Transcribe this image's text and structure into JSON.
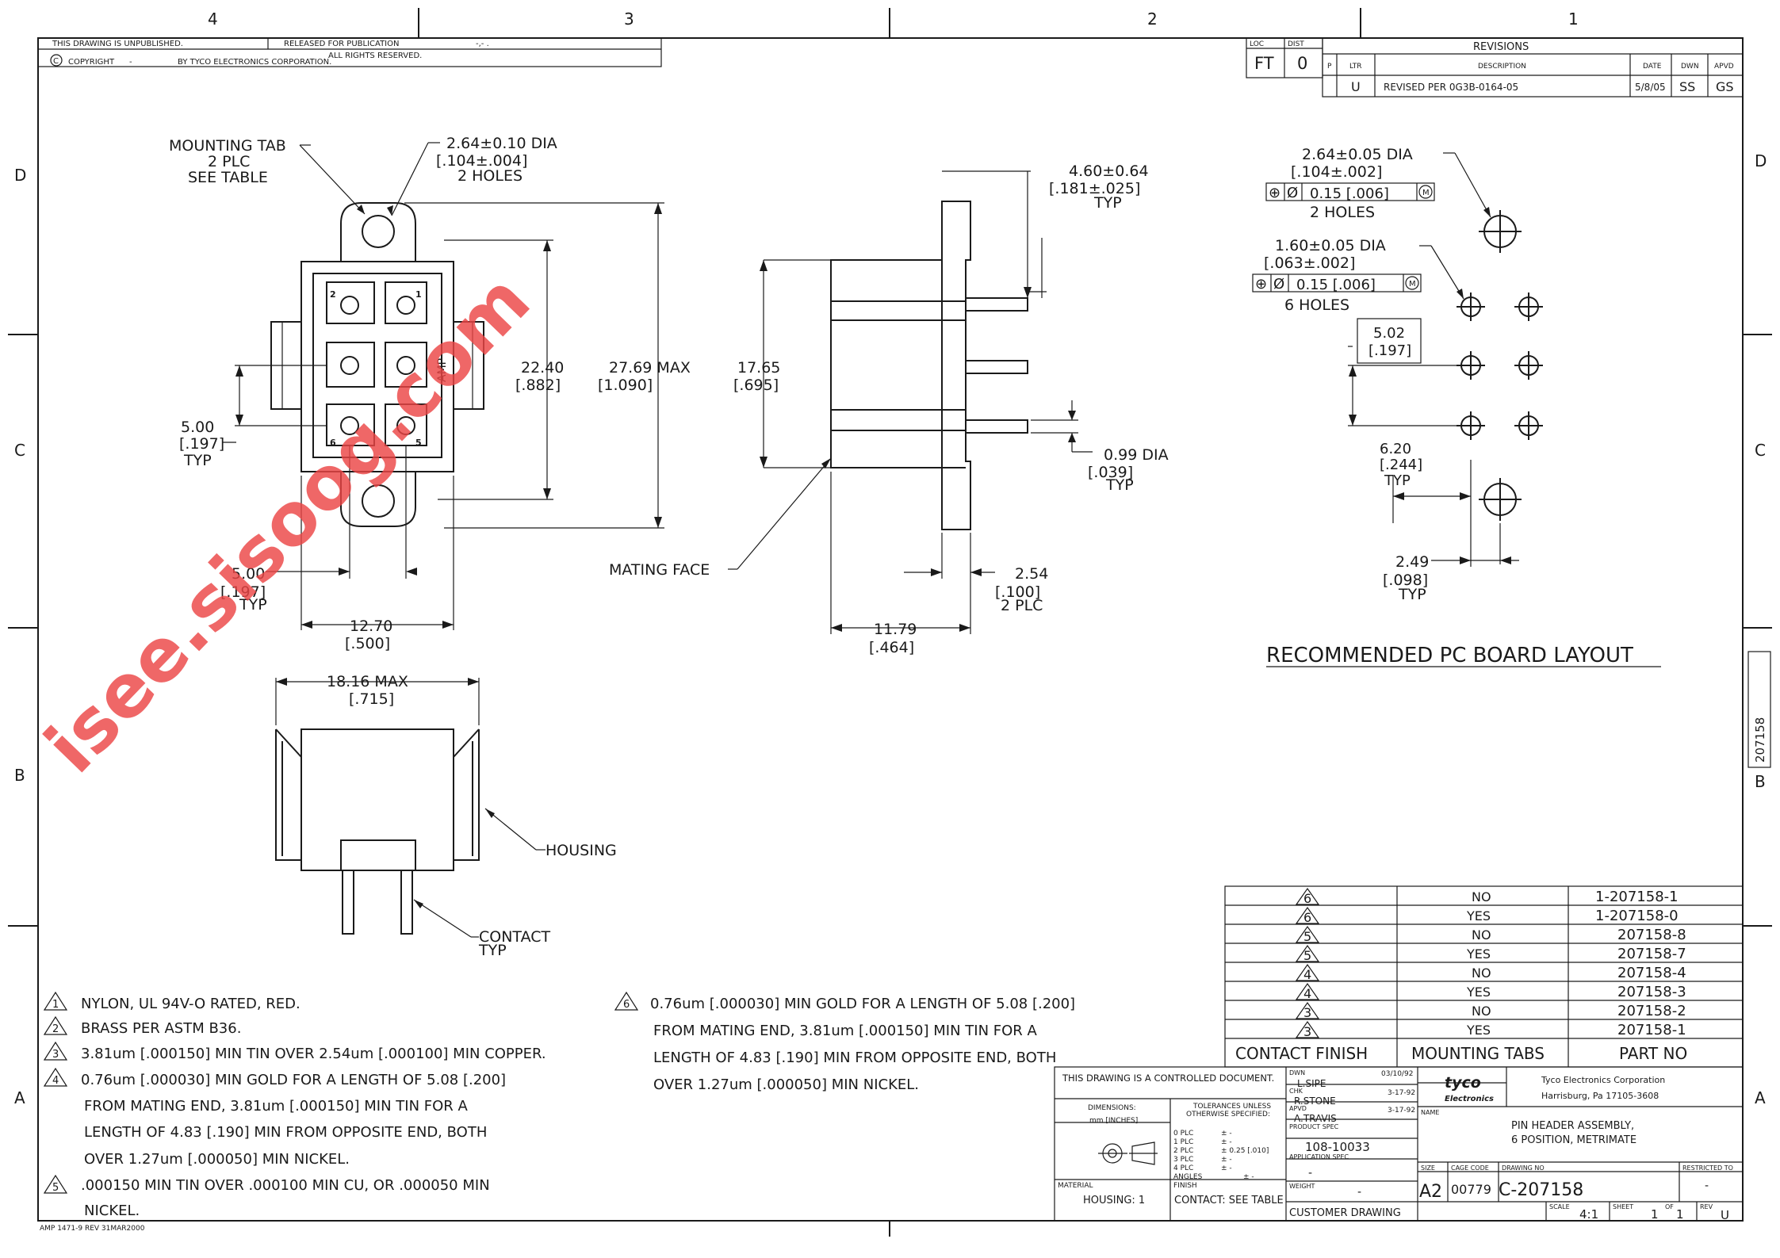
{
  "zones_top": [
    "4",
    "3",
    "2",
    "1"
  ],
  "zones_side": [
    "D",
    "C",
    "B",
    "A"
  ],
  "header": {
    "unpublished": "THIS DRAWING IS UNPUBLISHED.",
    "released": "RELEASED FOR PUBLICATION",
    "released_value": "-,- .",
    "copyright_symbol": "C",
    "copyright": "COPYRIGHT",
    "copyright_dash": "-",
    "copyright_by": "BY TYCO ELECTRONICS CORPORATION.",
    "rights": "ALL RIGHTS RESERVED."
  },
  "loc_dist": {
    "loc_label": "LOC",
    "dist_label": "DIST",
    "loc": "FT",
    "dist": "0"
  },
  "revisions": {
    "title": "REVISIONS",
    "col_p": "P",
    "col_ltr": "LTR",
    "col_desc": "DESCRIPTION",
    "col_date": "DATE",
    "col_dwn": "DWN",
    "col_apvd": "APVD",
    "row": {
      "ltr": "U",
      "desc": "REVISED PER 0G3B-0164-05",
      "date": "5/8/05",
      "dwn": "SS",
      "apvd": "GS"
    }
  },
  "front_view": {
    "mounting_tab": [
      "MOUNTING TAB",
      "2 PLC",
      "SEE TABLE"
    ],
    "hole_dia": [
      "2.64±0.10 DIA",
      "[.104±.004]",
      "2 HOLES"
    ],
    "dim_2240": [
      "22.40",
      "[.882]"
    ],
    "dim_2769": [
      "27.69 MAX",
      "[1.090]"
    ],
    "dim_500v": [
      "5.00",
      "[.197]",
      "TYP"
    ],
    "dim_500h": [
      "5.00",
      "[.197]",
      "TYP"
    ],
    "dim_1270": [
      "12.70",
      "[.500]"
    ],
    "pin_numbers": [
      "2",
      "1",
      "6",
      "5"
    ],
    "amp": "AMP"
  },
  "side_view": {
    "dim_460": [
      "4.60±0.64",
      "[.181±.025]",
      "TYP"
    ],
    "dim_1765": [
      "17.65",
      "[.695]"
    ],
    "dim_099": [
      "0.99 DIA",
      "[.039]",
      "TYP"
    ],
    "dim_254": [
      "2.54",
      "[.100]",
      "2 PLC"
    ],
    "dim_1179": [
      "11.79",
      "[.464]"
    ],
    "mating_face": "MATING FACE"
  },
  "top_view": {
    "dim_1816": [
      "18.16 MAX",
      "[.715]"
    ],
    "housing": "HOUSING",
    "contact": [
      "CONTACT",
      "TYP"
    ]
  },
  "pcb_layout": {
    "hole1": [
      "2.64±0.05 DIA",
      "[.104±.002]",
      "2 HOLES"
    ],
    "tol1": "0.15 [.006]",
    "hole2": [
      "1.60±0.05 DIA",
      "[.063±.002]",
      "6 HOLES"
    ],
    "tol2": "0.15 [.006]",
    "dim_502": [
      "5.02",
      "[.197]"
    ],
    "dim_620": [
      "6.20",
      "[.244]",
      "TYP"
    ],
    "dim_249": [
      "2.49",
      "[.098]",
      "TYP"
    ],
    "title": "RECOMMENDED PC BOARD LAYOUT",
    "diameter_symbol": "Ø",
    "position_symbol": "⊕",
    "mmc_symbol": "M"
  },
  "side_part_no": "207158",
  "part_table": {
    "rows": [
      {
        "finish": "6",
        "tabs": "NO",
        "part": "1-207158-1"
      },
      {
        "finish": "6",
        "tabs": "YES",
        "part": "1-207158-0"
      },
      {
        "finish": "5",
        "tabs": "NO",
        "part": "207158-8"
      },
      {
        "finish": "5",
        "tabs": "YES",
        "part": "207158-7"
      },
      {
        "finish": "4",
        "tabs": "NO",
        "part": "207158-4"
      },
      {
        "finish": "4",
        "tabs": "YES",
        "part": "207158-3"
      },
      {
        "finish": "3",
        "tabs": "NO",
        "part": "207158-2"
      },
      {
        "finish": "3",
        "tabs": "YES",
        "part": "207158-1"
      }
    ],
    "headers": [
      "CONTACT FINISH",
      "MOUNTING TABS",
      "PART NO"
    ]
  },
  "notes": {
    "n1": "NYLON, UL 94V-O RATED, RED.",
    "n2": "BRASS PER ASTM B36.",
    "n3": "3.81um [.000150] MIN TIN OVER 2.54um [.000100] MIN COPPER.",
    "n4": [
      "0.76um [.000030] MIN GOLD FOR A LENGTH OF 5.08 [.200]",
      "FROM MATING END, 3.81um [.000150] MIN TIN FOR A",
      "LENGTH OF 4.83 [.190] MIN FROM OPPOSITE END, BOTH",
      "OVER 1.27um [.000050] MIN NICKEL."
    ],
    "n5": [
      ".000150 MIN TIN OVER .000100 MIN CU, OR .000050 MIN",
      "NICKEL."
    ],
    "n6": [
      "0.76um [.000030] MIN GOLD FOR A LENGTH OF 5.08 [.200]",
      "FROM MATING END, 3.81um [.000150] MIN TIN FOR A",
      "LENGTH OF 4.83 [.190] MIN FROM OPPOSITE END, BOTH",
      "OVER 1.27um [.000050] MIN NICKEL."
    ],
    "numbers": [
      "1",
      "2",
      "3",
      "4",
      "5",
      "6"
    ]
  },
  "title_block": {
    "controlled": "THIS DRAWING IS A CONTROLLED DOCUMENT.",
    "dimensions": "DIMENSIONS:",
    "units": "mm [INCHES]",
    "tolerances": [
      "TOLERANCES UNLESS",
      "OTHERWISE SPECIFIED:"
    ],
    "tol_rows": [
      {
        "label": "0 PLC",
        "value": "± -"
      },
      {
        "label": "1 PLC",
        "value": "± -"
      },
      {
        "label": "2 PLC",
        "value": "± 0.25 [.010]"
      },
      {
        "label": "3 PLC",
        "value": "± -"
      },
      {
        "label": "4 PLC",
        "value": "± -"
      },
      {
        "label": "ANGLES",
        "value": "± -"
      }
    ],
    "material_label": "MATERIAL",
    "material": "HOUSING: 1",
    "finish_label": "FINISH",
    "finish": "CONTACT: SEE TABLE",
    "dwn_label": "DWN",
    "dwn": "L.SIPE",
    "dwn_date": "03/10/92",
    "chk_label": "CHK",
    "chk": "R.STONE",
    "chk_date": "3-17-92",
    "apvd_label": "APVD",
    "apvd": "A.TRAVIS",
    "apvd_date": "3-17-92",
    "product_spec_label": "PRODUCT SPEC",
    "product_spec": "108-10033",
    "app_spec_label": "APPLICATION SPEC",
    "app_spec": "-",
    "weight_label": "WEIGHT",
    "weight": "-",
    "customer": "CUSTOMER DRAWING",
    "logo": [
      "tyco",
      "Electronics"
    ],
    "company": [
      "Tyco Electronics Corporation",
      "Harrisburg, Pa 17105-3608"
    ],
    "name_label": "NAME",
    "name": [
      "PIN HEADER ASSEMBLY,",
      "6 POSITION, METRIMATE"
    ],
    "size_label": "SIZE",
    "size": "A2",
    "cage_label": "CAGE CODE",
    "cage": "00779",
    "dwg_label": "DRAWING NO",
    "dwg": "C-207158",
    "restricted_label": "RESTRICTED TO",
    "restricted": "-",
    "scale_label": "SCALE",
    "scale": "4:1",
    "sheet_label": "SHEET",
    "sheet": "1",
    "of_label": "OF",
    "of": "1",
    "rev_label": "REV",
    "rev": "U"
  },
  "form_no": "AMP 1471-9 REV 31MAR2000",
  "watermark": "isee.sisoog.com"
}
